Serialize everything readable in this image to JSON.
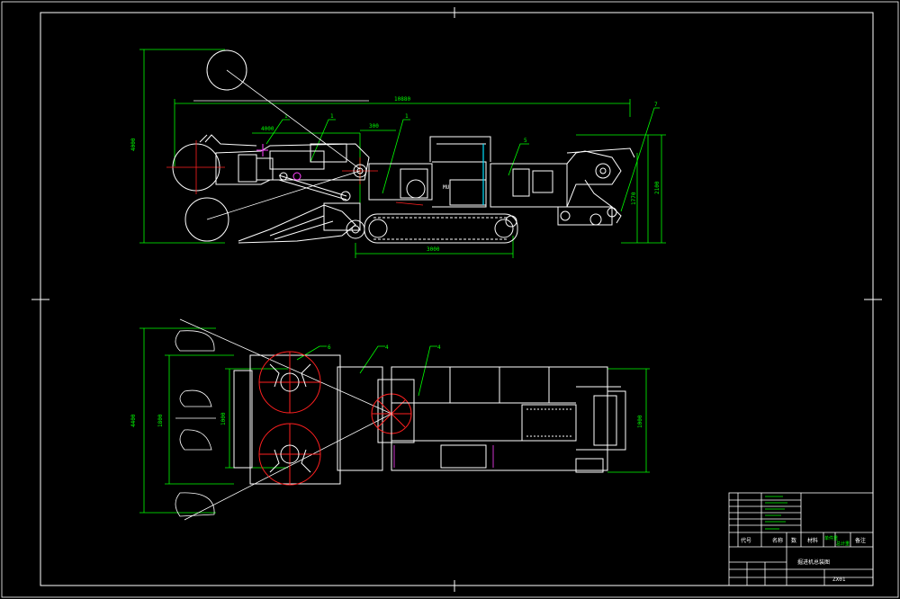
{
  "colors": {
    "background": "#000000",
    "outline": "#ffffff",
    "dimension": "#00ff00",
    "centerline": "#ff2020",
    "accent": "#00e0ff",
    "highlight": "#ff40ff"
  },
  "side_view": {
    "dim_overall_length": "10880",
    "dim_height": "4000",
    "dim_arm_reach": "4000",
    "dim_short": "300",
    "dim_track_length": "3000",
    "dim_rear_height_1": "1770",
    "dim_rear_height_2": "2100",
    "callouts": [
      "1",
      "1",
      "1",
      "5",
      "7"
    ],
    "cab_label": "MU"
  },
  "top_view": {
    "dim_total_width": "4400",
    "dim_body_width": "1800",
    "dim_head_width": "1000",
    "dim_rear_width": "1000",
    "callouts": [
      "6",
      "4",
      "4"
    ]
  },
  "title_block": {
    "header_labels": [
      "代号",
      "名称",
      "数",
      "材料",
      "单件重",
      "总计重",
      "备注"
    ],
    "drawing_name": "掘进机总装图",
    "drawing_number": "ZX01"
  }
}
